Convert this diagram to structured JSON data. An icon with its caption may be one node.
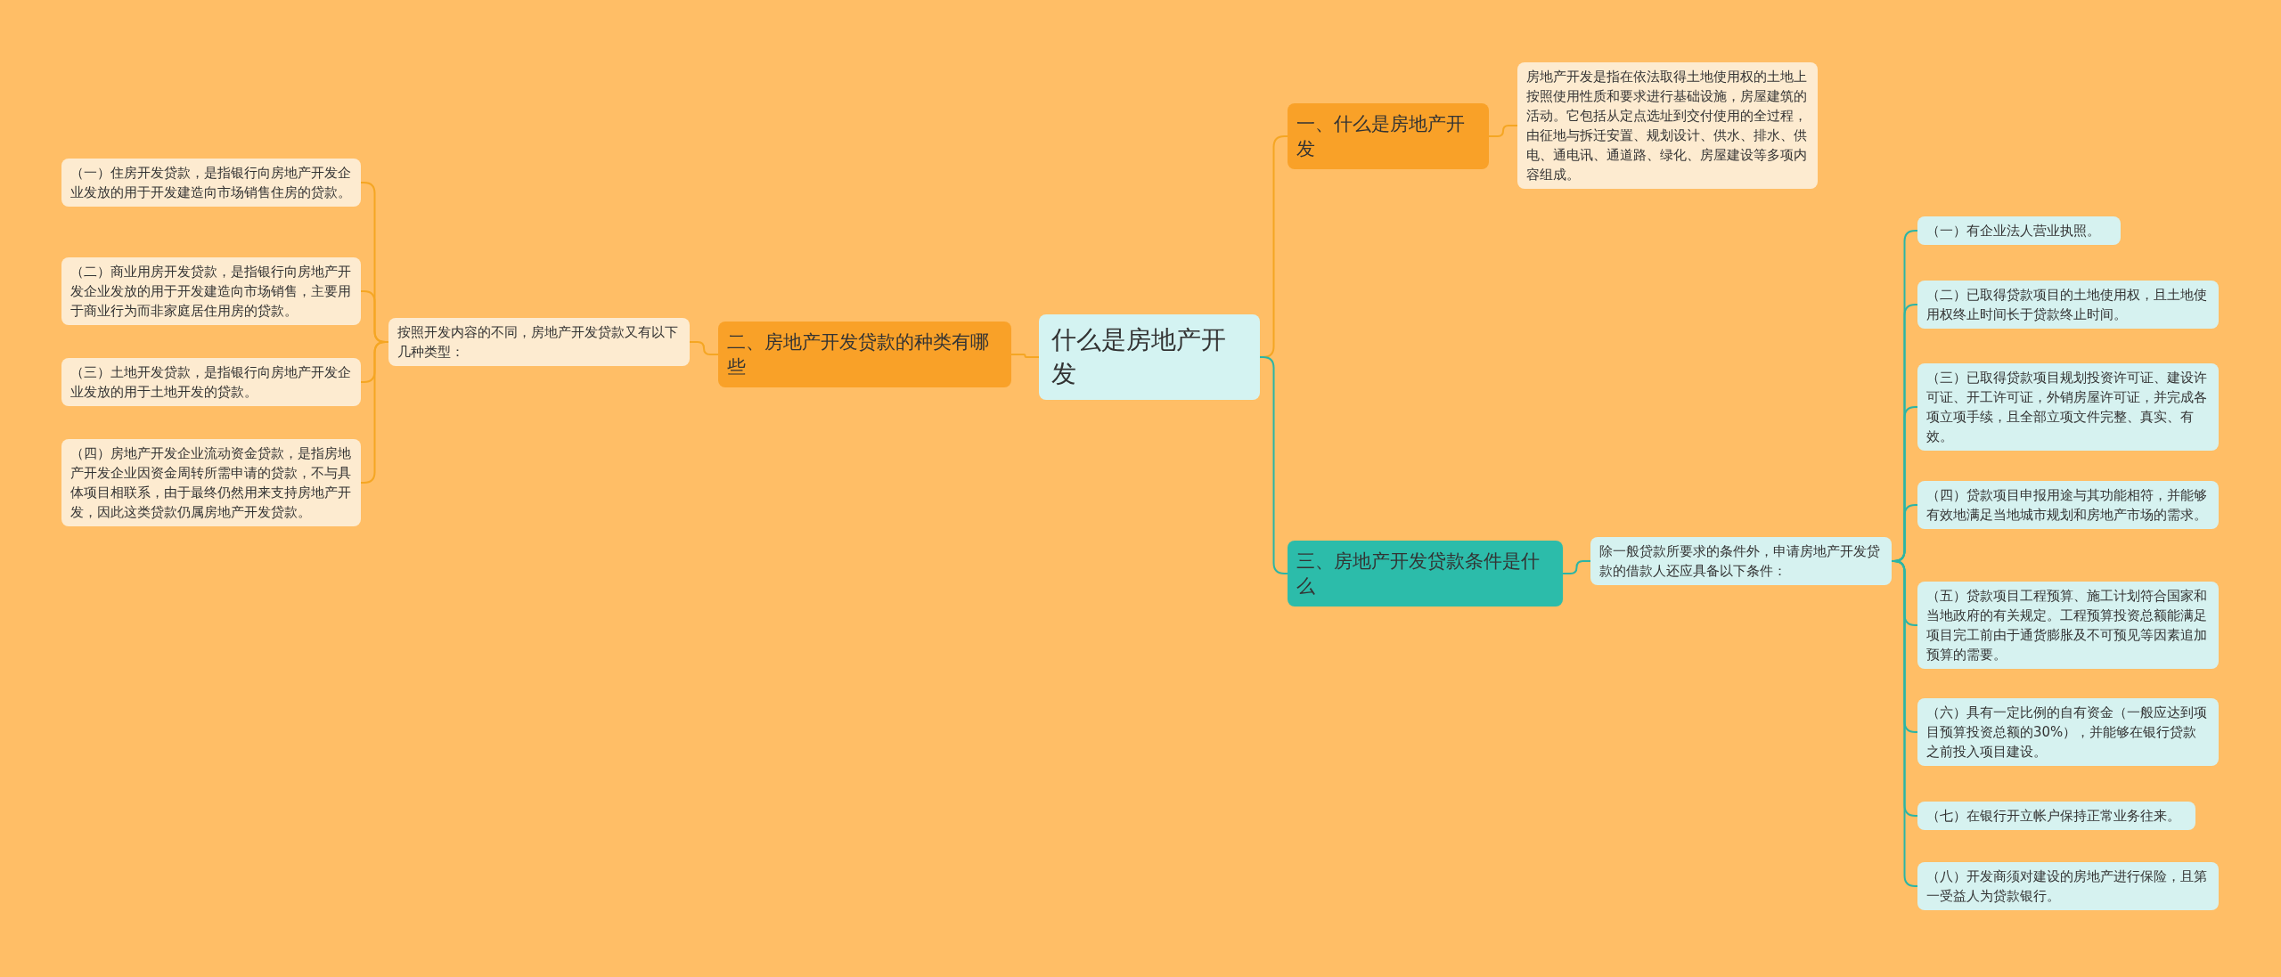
{
  "diagram": {
    "nodes": [
      {
        "text": [
          "什么是房地产开发"
        ]
      },
      {
        "text": [
          "一、什么是房地产开发"
        ]
      },
      {
        "text": [
          "房地产开发是指在依法取得土地使用权的土地上按照使用性质和要求进行基础设施，房屋建筑的活动。它包括从定点选址到交付使用的全过程，由征地与拆迁安置、规划设计、供水、排水、供电、通电讯、通道路、绿化、房屋建设等多项内容组成。"
        ]
      },
      {
        "text": [
          "二、房地产开发贷款的种类有哪些"
        ]
      },
      {
        "text": [
          "按照开发内容的不同，房地产开发贷款又有以下几种类型："
        ]
      },
      {
        "text": [
          "（一）住房开发贷款，是指银行向房地产开发企业发放的用于开发建造向市场销售住房的贷款。"
        ]
      },
      {
        "text": [
          "（二）商业用房开发贷款，是指银行向房地产开发企业发放的用于开发建造向市场销售，主要用于商业行为而非家庭居住用房的贷款。"
        ]
      },
      {
        "text": [
          "（三）土地开发贷款，是指银行向房地产开发企业发放的用于土地开发的贷款。"
        ]
      },
      {
        "text": [
          "（四）房地产开发企业流动资金贷款，是指房地产开发企业因资金周转所需申请的贷款，不与具体项目相联系，由于最终仍然用来支持房地产开发，因此这类贷款仍属房地产开发贷款。"
        ]
      },
      {
        "text": [
          "三、房地产开发贷款条件是什么"
        ]
      },
      {
        "text": [
          "除一般贷款所要求的条件外，申请房地产开发贷款的借款人还应具备以下条件："
        ]
      },
      {
        "text": [
          "（一）有企业法人营业执照。"
        ]
      },
      {
        "text": [
          "（二）已取得贷款项目的土地使用权，且土地使用权终止时间长于贷款终止时间。"
        ]
      },
      {
        "text": [
          "（三）已取得贷款项目规划投资许可证、建设许可证、开工许可证，外销房屋许可证，并完成各项立项手续，且全部立项文件完整、真实、有效。"
        ]
      },
      {
        "text": [
          "（四）贷款项目申报用途与其功能相符，并能够有效地满足当地城市规划和房地产市场的需求。"
        ]
      },
      {
        "text": [
          "（五）贷款项目工程预算、施工计划符合国家和当地政府的有关规定。工程预算投资总额能满足项目完工前由于通货膨胀及不可预见等因素追加预算的需要。"
        ]
      },
      {
        "text": [
          "（六）具有一定比例的自有资金（一般应达到项目预算投资总额的30%），并能够在银行贷款之前投入项目建设。"
        ]
      },
      {
        "text": [
          "（七）在银行开立帐户保持正常业务往来。"
        ]
      },
      {
        "text": [
          "（八）开发商须对建设的房地产进行保险，且第一受益人为贷款银行。"
        ]
      }
    ],
    "edges": [
      {
        "from": 0,
        "to": 1,
        "arrow": "none",
        "color": "#f5a623"
      },
      {
        "from": 1,
        "to": 2,
        "arrow": "none",
        "color": "#f5a623"
      },
      {
        "from": 0,
        "to": 3,
        "arrow": "none",
        "color": "#f5a623"
      },
      {
        "from": 3,
        "to": 4,
        "arrow": "none",
        "color": "#f5a623"
      },
      {
        "from": 4,
        "to": 5,
        "arrow": "none",
        "color": "#f5a623"
      },
      {
        "from": 4,
        "to": 6,
        "arrow": "none",
        "color": "#f5a623"
      },
      {
        "from": 4,
        "to": 7,
        "arrow": "none",
        "color": "#f5a623"
      },
      {
        "from": 4,
        "to": 8,
        "arrow": "none",
        "color": "#f5a623"
      },
      {
        "from": 0,
        "to": 9,
        "arrow": "none"
      },
      {
        "from": 9,
        "to": 10,
        "arrow": "none"
      },
      {
        "from": 10,
        "to": 11,
        "arrow": "none"
      },
      {
        "from": 10,
        "to": 12,
        "arrow": "none"
      },
      {
        "from": 10,
        "to": 13,
        "arrow": "none"
      },
      {
        "from": 10,
        "to": 14,
        "arrow": "none"
      },
      {
        "from": 10,
        "to": 15,
        "arrow": "none"
      },
      {
        "from": 10,
        "to": 16,
        "arrow": "none"
      },
      {
        "from": 10,
        "to": 17,
        "arrow": "none"
      },
      {
        "from": 10,
        "to": 18,
        "arrow": "none"
      }
    ]
  }
}
